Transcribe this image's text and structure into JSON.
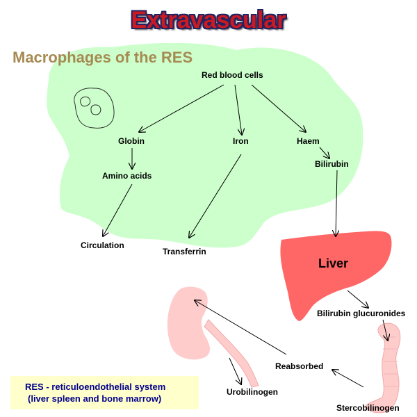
{
  "title": "Extravascular",
  "subtitle": "Macrophages of the RES",
  "nodes": {
    "red_blood_cells": "Red blood cells",
    "globin": "Globin",
    "iron": "Iron",
    "haem": "Haem",
    "amino_acids": "Amino acids",
    "bilirubin": "Bilirubin",
    "circulation": "Circulation",
    "transferrin": "Transferrin",
    "liver": "Liver",
    "bilirubin_glucuronides": "Bilirubin glucuronides",
    "reabsorbed": "Reabsorbed",
    "urobilinogen": "Urobilinogen",
    "stercobilinogen": "Stercobilinogen"
  },
  "note": {
    "line1": "RES - reticuloendothelial system",
    "line2": "(liver spleen and bone marrow)"
  },
  "colors": {
    "macrophage_fill": "#ccffcc",
    "liver_fill": "#ff6666",
    "kidney_fill": "#ffcccc",
    "title_red": "#cc1a24",
    "subtitle_tan": "#a68a52",
    "note_bg": "#ffffcc",
    "note_text": "#00008b"
  }
}
